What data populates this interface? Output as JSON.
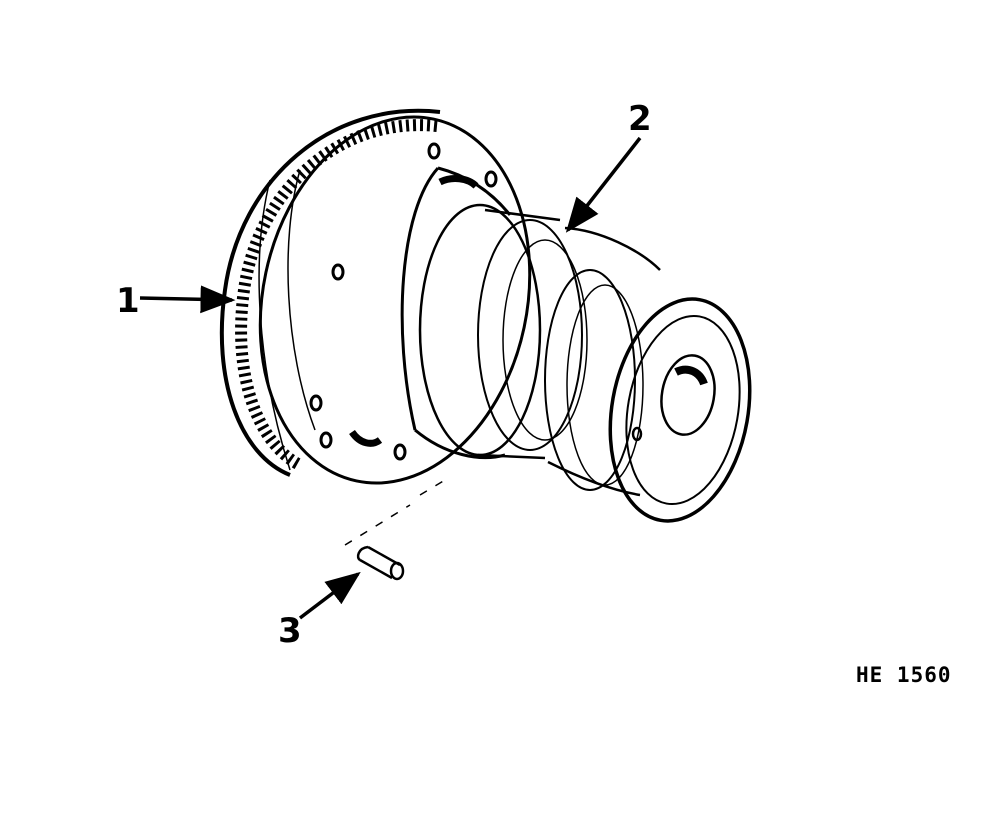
{
  "callouts": [
    "1",
    "2",
    "3"
  ],
  "figure_id": "HE 1560",
  "colors": {
    "ink": "#000000",
    "paper": "#ffffff"
  },
  "parts": [
    "ring-gear",
    "flywheel-pulley-hub",
    "dowel-pin"
  ]
}
